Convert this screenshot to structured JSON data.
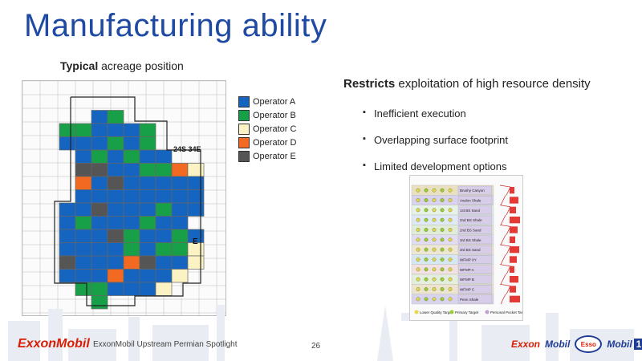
{
  "slide": {
    "title": "Manufacturing ability",
    "page_number": "26"
  },
  "map": {
    "caption_bold": "Typical",
    "caption_rest": " acreage position",
    "labels": [
      "24S 34E",
      "E"
    ],
    "colors": {
      "A": "#1565c0",
      "B": "#18a048",
      "C": "#fbf3c4",
      "D": "#f26a21",
      "E": "#555555",
      "grid_line": "#666666",
      "empty": "#ffffff"
    },
    "grid": [
      "..........",
      "...AB.....",
      ".BBAAAB...",
      ".AAABAB...",
      "..ABABAA..",
      "..EEAABBDC",
      "..DAEAAAAA",
      "..AAAAAAAA",
      ".AAEAAABAA",
      ".ABAAABAA.",
      ".AAAEBAABA",
      ".AAAABABBC",
      ".EAAADEAAC",
      ".AAADAAAC.",
      "..BBAAAC..",
      "...B..."
    ]
  },
  "legend": [
    {
      "label": "Operator A",
      "color": "#1565c0"
    },
    {
      "label": "Operator B",
      "color": "#18a048"
    },
    {
      "label": "Operator C",
      "color": "#fbf3c4"
    },
    {
      "label": "Operator D",
      "color": "#f26a21"
    },
    {
      "label": "Operator E",
      "color": "#555555"
    }
  ],
  "restricts": {
    "bold": "Restricts",
    "rest": " exploitation of high resource density"
  },
  "bullets": [
    "Inefficient execution",
    "Overlapping surface footprint",
    "Limited development options"
  ],
  "log_chart": {
    "zones": [
      "Brushy Canyon",
      "Avalon Shale",
      "1st BS Sand",
      "2nd BS Shale",
      "2nd BS Sand",
      "3rd BS Shale",
      "3rd BS Sand",
      "WFMP XY",
      "WFMP A",
      "WFMP B",
      "WFMP C",
      "Penn Shale"
    ],
    "legend": [
      "Lower Quality Target",
      "Primary Target",
      "Personal Pocket Target"
    ]
  },
  "footer": {
    "logo": "ExxonMobil",
    "text": "ExxonMobil Upstream Permian Spotlight",
    "brands": [
      "Exxon",
      "Mobil",
      "Esso",
      "Mobil",
      "1"
    ]
  }
}
